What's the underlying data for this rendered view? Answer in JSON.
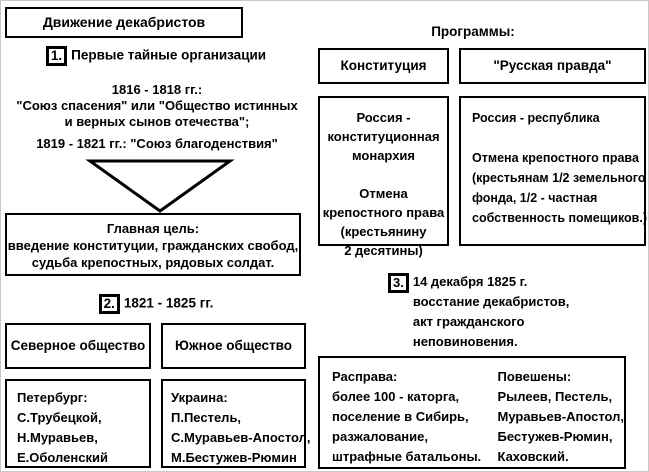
{
  "title_box": {
    "label": "Движение декабристов"
  },
  "section1": {
    "num": "1.",
    "label": "Первые тайные организации"
  },
  "early_unions": {
    "line1": "1816 - 1818 гг.:",
    "line2": "\"Союз спасения\" или \"Общество истинных",
    "line3": "и верных сынов отечества\";",
    "line4": "1819 - 1821 гг.: \"Союз благоденствия\""
  },
  "goal_box": {
    "line1": "Главная цель:",
    "line2": "введение конституции, гражданских свобод,",
    "line3": "судьба крепостных, рядовых солдат."
  },
  "section2": {
    "num": "2.",
    "label": "1821 - 1825 гг."
  },
  "north_society": {
    "title": "Северное общество",
    "lines": [
      "Петербург:",
      "С.Трубецкой,",
      "Н.Муравьев,",
      "Е.Оболенский"
    ]
  },
  "south_society": {
    "title": "Южное общество",
    "lines": [
      "Украина:",
      "П.Пестель,",
      "С.Муравьев-Апостол,",
      "М.Бестужев-Рюмин"
    ]
  },
  "programs": {
    "heading": "Программы:",
    "constitution": {
      "title": "Конституция",
      "group1": [
        "Россия -",
        "конституционная",
        "монархия"
      ],
      "group2": [
        "Отмена",
        "крепостного права",
        "(крестьянину",
        "2 десятины)"
      ]
    },
    "pravda": {
      "title": "\"Русская правда\"",
      "group1": [
        "Россия - республика"
      ],
      "group2": [
        "Отмена крепостного права",
        "(крестьянам 1/2 земельного",
        "фонда, 1/2 - частная",
        "собственность помещиков.)"
      ]
    }
  },
  "section3": {
    "num": "3.",
    "lines": [
      "14 декабря 1825 г.",
      "восстание декабристов,",
      "акт гражданского",
      "неповиновения."
    ]
  },
  "aftermath": {
    "punishment": [
      "Расправа:",
      "более 100 - каторга,",
      "поселение  в Сибирь,",
      "разжалование,",
      "штрафные батальоны."
    ],
    "executed": [
      "Повешены:",
      "Рылеев, Пестель,",
      "Муравьев-Апостол,",
      "Бестужев-Рюмин,",
      "Каховский."
    ]
  },
  "colors": {
    "ink": "#000000",
    "bg": "#ffffff",
    "frame": "#c8c8c8"
  }
}
